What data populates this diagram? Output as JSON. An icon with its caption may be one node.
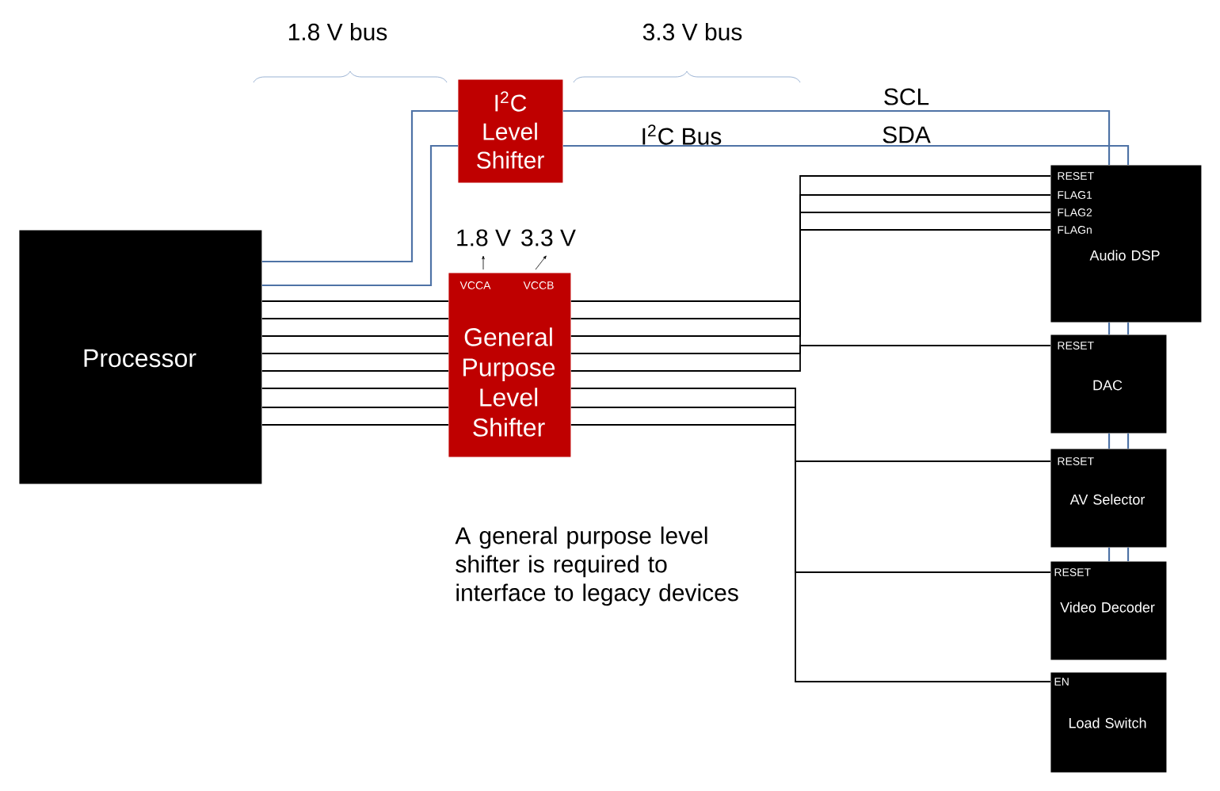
{
  "diagram": {
    "nodes": [
      {
        "text": [
          "Processor"
        ]
      },
      {
        "text": [
          "I$^{2}$C Level Shifter"
        ]
      },
      {
        "text": [
          "VCCA",
          "VCCB",
          "General Purpose Level Shifter"
        ]
      },
      {
        "text": [
          "RESET",
          "FLAG1",
          "FLAG2",
          "FLAGn",
          "Audio DSP"
        ]
      },
      {
        "text": [
          "RESET",
          "DAC"
        ]
      },
      {
        "text": [
          "RESET",
          "AV Selector"
        ]
      },
      {
        "text": [
          "RESET",
          "Video Decoder"
        ]
      },
      {
        "text": [
          "EN",
          "Load Switch"
        ]
      }
    ],
    "edges": [
      {
        "from": 0,
        "to": 1,
        "arrow": "none",
        "color": "#4f73a6"
      },
      {
        "from": 0,
        "to": 1,
        "arrow": "none",
        "color": "#4f73a6"
      },
      {
        "from": 1,
        "to": 3,
        "arrow": "none",
        "color": "#4f73a6",
        "label": "SCL"
      },
      {
        "from": 1,
        "to": 3,
        "arrow": "none",
        "color": "#4f73a6",
        "label": "SDA"
      },
      {
        "from": 3,
        "to": 4,
        "arrow": "none",
        "color": "#4f73a6"
      },
      {
        "from": 3,
        "to": 4,
        "arrow": "none",
        "color": "#4f73a6"
      },
      {
        "from": 4,
        "to": 5,
        "arrow": "none",
        "color": "#4f73a6"
      },
      {
        "from": 4,
        "to": 5,
        "arrow": "none",
        "color": "#4f73a6"
      },
      {
        "from": 5,
        "to": 6,
        "arrow": "none",
        "color": "#4f73a6"
      },
      {
        "from": 5,
        "to": 6,
        "arrow": "none",
        "color": "#4f73a6"
      },
      {
        "from": 0,
        "to": 2,
        "arrow": "none"
      },
      {
        "from": 0,
        "to": 2,
        "arrow": "none"
      },
      {
        "from": 0,
        "to": 2,
        "arrow": "none"
      },
      {
        "from": 0,
        "to": 2,
        "arrow": "none"
      },
      {
        "from": 0,
        "to": 2,
        "arrow": "none"
      },
      {
        "from": 0,
        "to": 2,
        "arrow": "none"
      },
      {
        "from": 0,
        "to": 2,
        "arrow": "none"
      },
      {
        "from": 0,
        "to": 2,
        "arrow": "none"
      },
      {
        "from": 2,
        "to": 3,
        "arrow": "none"
      },
      {
        "from": 2,
        "to": 3,
        "arrow": "none"
      },
      {
        "from": 2,
        "to": 3,
        "arrow": "none"
      },
      {
        "from": 2,
        "to": 3,
        "arrow": "none"
      },
      {
        "from": 2,
        "to": 4,
        "arrow": "none"
      },
      {
        "from": 2,
        "to": 5,
        "arrow": "none"
      },
      {
        "from": 2,
        "to": 6,
        "arrow": "none"
      },
      {
        "from": 2,
        "to": 7,
        "arrow": "none"
      }
    ],
    "labels": [
      "1.8 V bus",
      "3.3 V bus",
      "I$^{2}$C Bus",
      "1.8 V",
      "3.3 V",
      "A general purpose level shifter is required to interface to legacy devices"
    ]
  }
}
